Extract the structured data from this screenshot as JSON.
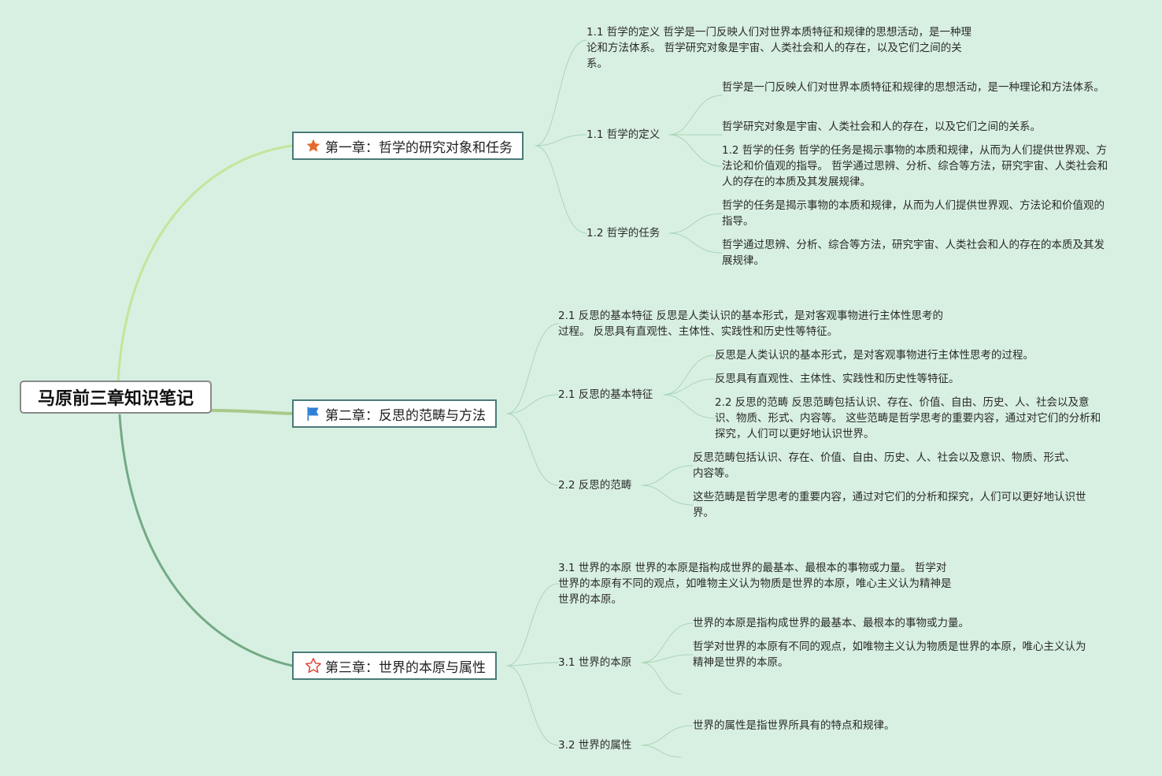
{
  "root": {
    "title": "马原前三章知识笔记"
  },
  "colors": {
    "background": "#d8f0e2",
    "branch1": "#c4e59a",
    "branch2": "#a8c98a",
    "branch3": "#73aa86",
    "leaf_line": "#a8d6b6",
    "star_fill": "#e46a2f",
    "flag": "#2f7fd6",
    "star_outline": "#e0443a"
  },
  "chapters": [
    {
      "label": "第一章：哲学的研究对象和任务",
      "icon": "star-filled-icon",
      "summary": "1.1 哲学的定义 哲学是一门反映人们对世界本质特征和规律的思想活动，是一种理论和方法体系。 哲学研究对象是宇宙、人类社会和人的存在，以及它们之间的关系。",
      "sections": [
        {
          "label": "1.1 哲学的定义",
          "points": [
            "哲学是一门反映人们对世界本质特征和规律的思想活动，是一种理论和方法体系。",
            "哲学研究对象是宇宙、人类社会和人的存在，以及它们之间的关系。",
            "1.2 哲学的任务 哲学的任务是揭示事物的本质和规律，从而为人们提供世界观、方法论和价值观的指导。 哲学通过思辨、分析、综合等方法，研究宇宙、人类社会和人的存在的本质及其发展规律。"
          ]
        },
        {
          "label": "1.2 哲学的任务",
          "points": [
            "哲学的任务是揭示事物的本质和规律，从而为人们提供世界观、方法论和价值观的指导。",
            "哲学通过思辨、分析、综合等方法，研究宇宙、人类社会和人的存在的本质及其发展规律。"
          ]
        }
      ]
    },
    {
      "label": "第二章：反思的范畴与方法",
      "icon": "blue-flag-icon",
      "summary": "2.1 反思的基本特征 反思是人类认识的基本形式，是对客观事物进行主体性思考的过程。 反思具有直观性、主体性、实践性和历史性等特征。",
      "sections": [
        {
          "label": "2.1 反思的基本特征",
          "points": [
            "反思是人类认识的基本形式，是对客观事物进行主体性思考的过程。",
            "反思具有直观性、主体性、实践性和历史性等特征。",
            "2.2 反思的范畴 反思范畴包括认识、存在、价值、自由、历史、人、社会以及意识、物质、形式、内容等。 这些范畴是哲学思考的重要内容，通过对它们的分析和探究，人们可以更好地认识世界。"
          ]
        },
        {
          "label": "2.2 反思的范畴",
          "points": [
            "反思范畴包括认识、存在、价值、自由、历史、人、社会以及意识、物质、形式、内容等。",
            "这些范畴是哲学思考的重要内容，通过对它们的分析和探究，人们可以更好地认识世界。"
          ]
        }
      ]
    },
    {
      "label": "第三章：世界的本原与属性",
      "icon": "star-outline-icon",
      "summary": "3.1 世界的本原 世界的本原是指构成世界的最基本、最根本的事物或力量。 哲学对世界的本原有不同的观点，如唯物主义认为物质是世界的本原，唯心主义认为精神是世界的本原。",
      "sections": [
        {
          "label": "3.1 世界的本原",
          "points": [
            "世界的本原是指构成世界的最基本、最根本的事物或力量。",
            "哲学对世界的本原有不同的观点，如唯物主义认为物质是世界的本原，唯心主义认为精神是世界的本原。",
            ""
          ]
        },
        {
          "label": "3.2 世界的属性",
          "points": [
            "世界的属性是指世界所具有的特点和规律。",
            ""
          ]
        }
      ]
    }
  ]
}
